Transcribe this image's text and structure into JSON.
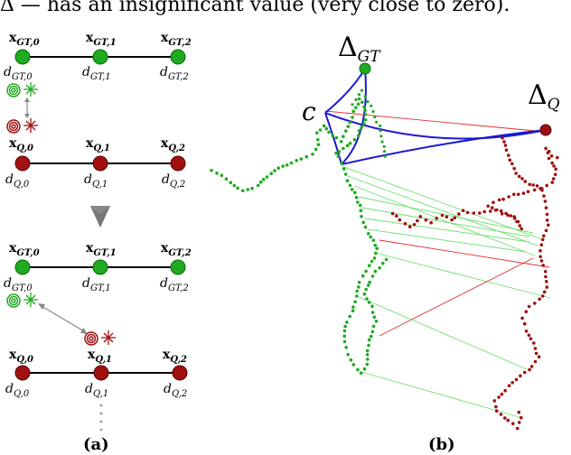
{
  "caption_top": "Δ — has an insignificant value (very close to zero).",
  "panel_a": {
    "label": "(a)",
    "groups": [
      {
        "x_labels": [
          {
            "base": "x",
            "sub": "GT,0"
          },
          {
            "base": "x",
            "sub": "GT,1"
          },
          {
            "base": "x",
            "sub": "GT,2"
          }
        ],
        "d_labels": [
          {
            "base": "d",
            "sub": "GT,0"
          },
          {
            "base": "d",
            "sub": "GT,1"
          },
          {
            "base": "d",
            "sub": "GT,2"
          }
        ],
        "node_color": "#1faa1f"
      },
      {
        "x_labels": [
          {
            "base": "x",
            "sub": "Q,0"
          },
          {
            "base": "x",
            "sub": "Q,1"
          },
          {
            "base": "x",
            "sub": "Q,2"
          }
        ],
        "d_labels": [
          {
            "base": "d",
            "sub": "Q,0"
          },
          {
            "base": "d",
            "sub": "Q,1"
          },
          {
            "base": "d",
            "sub": "Q,2"
          }
        ],
        "node_color": "#a01010"
      },
      {
        "x_labels": [
          {
            "base": "x",
            "sub": "GT,0"
          },
          {
            "base": "x",
            "sub": "GT,1"
          },
          {
            "base": "x",
            "sub": "GT,2"
          }
        ],
        "d_labels": [
          {
            "base": "d",
            "sub": "GT,0"
          },
          {
            "base": "d",
            "sub": "GT,1"
          },
          {
            "base": "d",
            "sub": "GT,2"
          }
        ],
        "node_color": "#1faa1f"
      },
      {
        "x_labels": [
          {
            "base": "x",
            "sub": "Q,0"
          },
          {
            "base": "x",
            "sub": "Q,1"
          },
          {
            "base": "x",
            "sub": "Q,2"
          }
        ],
        "d_labels": [
          {
            "base": "d",
            "sub": "Q,0"
          },
          {
            "base": "d",
            "sub": "Q,1"
          },
          {
            "base": "d",
            "sub": "Q,2"
          }
        ],
        "node_color": "#a01010"
      }
    ]
  },
  "panel_b": {
    "label": "(b)",
    "delta_gt": {
      "base": "Δ",
      "sub": "GT"
    },
    "delta_q": {
      "base": "Δ",
      "sub": "Q"
    },
    "center_label": "c"
  },
  "colors": {
    "gt": "#1faa1f",
    "q": "#a01010",
    "arc": "#1a1ad0",
    "corr_good": "#6ee06e",
    "corr_bad": "#e03030",
    "arrow": "#888888"
  }
}
